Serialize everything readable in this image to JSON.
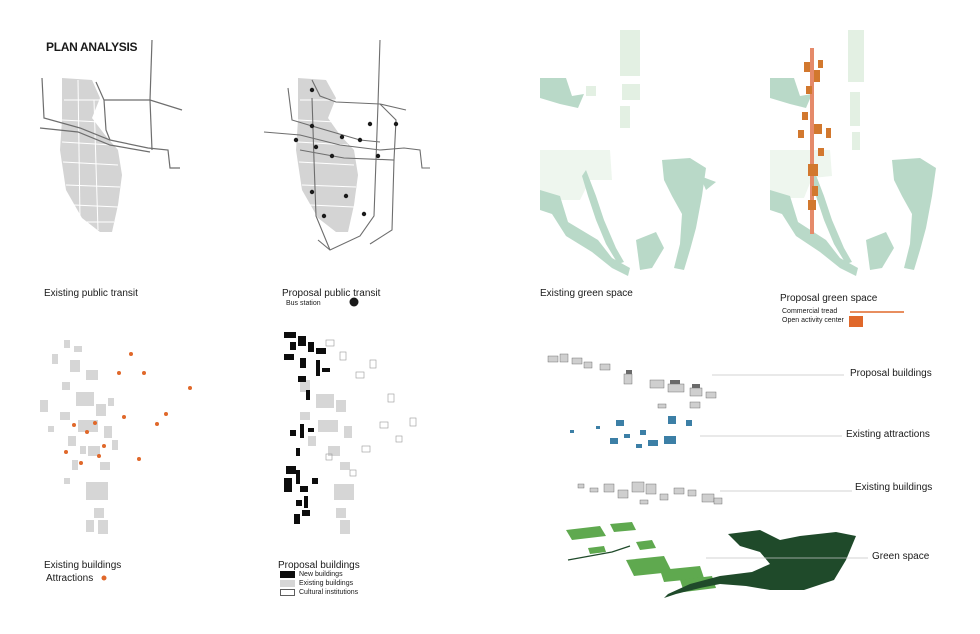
{
  "title": "PLAN ANALYSIS",
  "panels": {
    "existing_transit": {
      "caption": "Existing public transit"
    },
    "proposal_transit": {
      "caption": "Proposal public transit",
      "legend_bus": "Bus station"
    },
    "existing_green": {
      "caption": "Existing green space"
    },
    "proposal_green": {
      "caption": "Proposal green space",
      "legend_commercial": "Commercial tread",
      "legend_activity": "Open activity center"
    },
    "existing_buildings": {
      "caption": "Existing buildings",
      "legend_attractions": "Attractions"
    },
    "proposal_buildings": {
      "caption": "Proposal buildings",
      "legend_new": "New buildings",
      "legend_existing": "Existing buildings",
      "legend_cultural": "Cultural institutions"
    }
  },
  "layers": {
    "proposal_buildings": "Proposal buildings",
    "existing_attractions": "Existing attractions",
    "existing_buildings": "Existing buildings",
    "green_space": "Green space"
  },
  "colors": {
    "district_gray": "#d4d4d4",
    "line_gray": "#6e6e6e",
    "orange": "#e0682a",
    "green_light": "#d9ecd9",
    "green_teal": "#b5d6c6",
    "green_dark": "#1f4a2a",
    "green_mid": "#4a9a3e",
    "attraction_blue": "#3c7fa6"
  }
}
